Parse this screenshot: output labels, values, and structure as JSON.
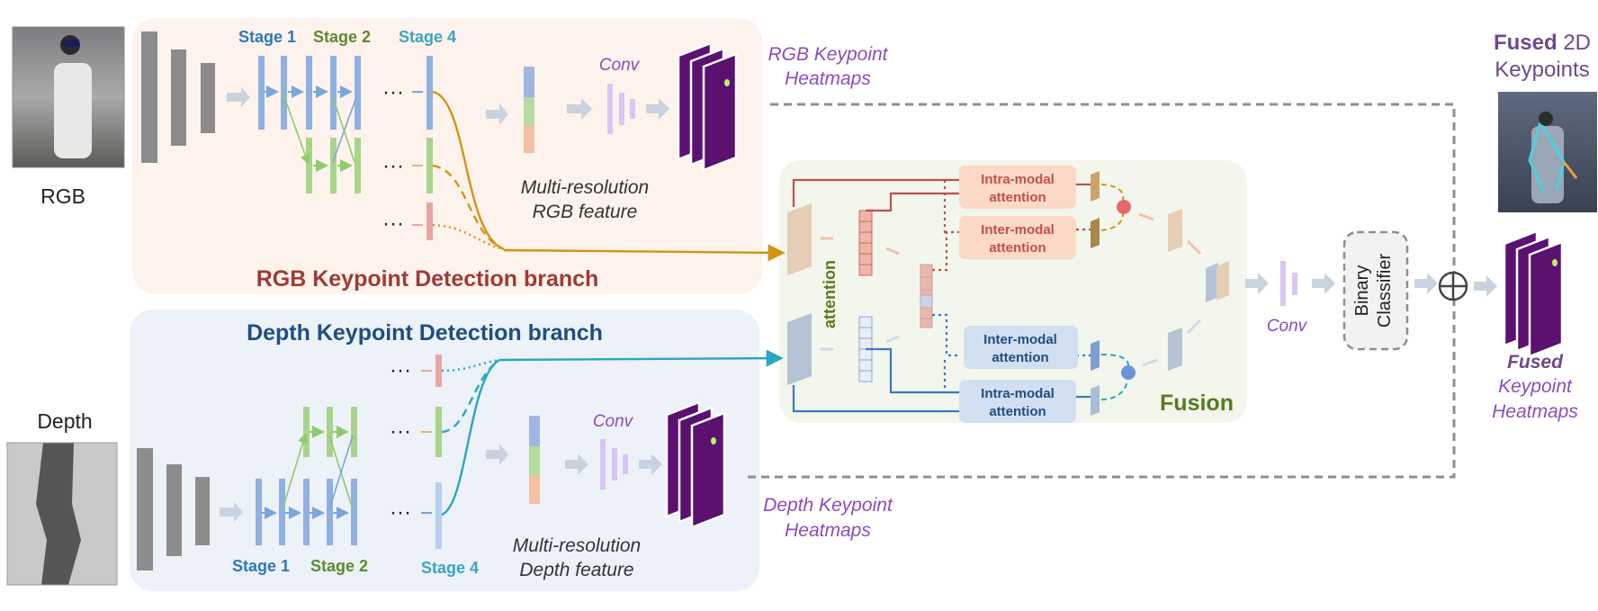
{
  "inputs": {
    "rgb_label": "RGB",
    "depth_label": "Depth"
  },
  "rgb_branch": {
    "title": "RGB Keypoint Detection branch",
    "stage1": "Stage 1",
    "stage2": "Stage 2",
    "stage4": "Stage 4",
    "feature_line1": "Multi-resolution",
    "feature_line2": "RGB feature",
    "conv": "Conv",
    "heatmaps_line1": "RGB Keypoint",
    "heatmaps_line2": "Heatmaps",
    "ellipsis": "···"
  },
  "depth_branch": {
    "title": "Depth Keypoint Detection branch",
    "stage1": "Stage 1",
    "stage2": "Stage 2",
    "stage4": "Stage 4",
    "feature_line1": "Multi-resolution",
    "feature_line2": "Depth feature",
    "conv": "Conv",
    "heatmaps_line1": "Depth Keypoint",
    "heatmaps_line2": "Heatmaps",
    "ellipsis": "···"
  },
  "fusion": {
    "title": "Fusion",
    "attention": "attention",
    "rgb_intra_1": "Intra-modal",
    "rgb_intra_2": "attention",
    "rgb_inter_1": "Inter-modal",
    "rgb_inter_2": "attention",
    "depth_inter_1": "Inter-modal",
    "depth_inter_2": "attention",
    "depth_intra_1": "Intra-modal",
    "depth_intra_2": "attention"
  },
  "output": {
    "conv": "Conv",
    "classifier_line1": "Binary",
    "classifier_line2": "Classifier",
    "fused_kp_bold": "Fused",
    "fused_kp_rest": " 2D",
    "fused_kp_line2": "Keypoints",
    "fused_hm_line1": "Fused",
    "fused_hm_line2": "Keypoint",
    "fused_hm_line3": "Heatmaps",
    "plus_symbol": "⊕"
  },
  "colors": {
    "rgb_panel": "#fdf3ec",
    "depth_panel": "#edf2f9",
    "fusion_panel": "#f3f6ec",
    "rgb_title": "#9e3b35",
    "depth_title": "#1f4e80",
    "fusion_title": "#5a7a1f",
    "stage_blue": "#2e78b8",
    "stage_green": "#5f8a2e",
    "stage_cyan": "#3aa6c0",
    "purple_text": "#8a4cc0",
    "heatmap": "#5a1170",
    "gold_arrow": "#d19413",
    "teal_arrow": "#2aa6c2",
    "red_line": "#c0504d",
    "blue_line": "#3b78c4"
  }
}
